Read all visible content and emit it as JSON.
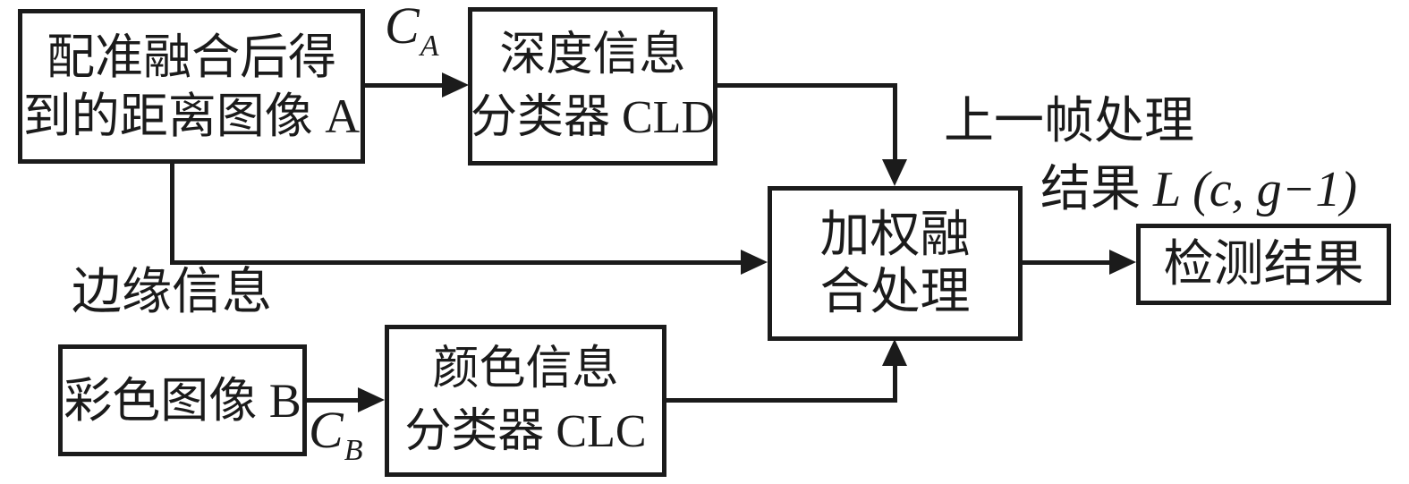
{
  "colors": {
    "ink": "#1b1b1b",
    "background": "#ffffff"
  },
  "boxes": {
    "range_image": {
      "line1": "配准融合后得",
      "line2": "到的距离图像 A"
    },
    "depth_classifier": {
      "line1": "深度信息",
      "line2": "分类器 CLD"
    },
    "weighted_fusion": {
      "line1": "加权融",
      "line2": "合处理"
    },
    "color_image": {
      "line1": "彩色图像 B"
    },
    "color_classifier": {
      "line1": "颜色信息",
      "line2": "分类器 CLC"
    },
    "detection_result": {
      "line1": "检测结果"
    }
  },
  "labels": {
    "ca": {
      "base": "C",
      "sub": "A"
    },
    "cb": {
      "base": "C",
      "sub": "B"
    },
    "edge_info": "边缘信息",
    "prev_frame_line1": "上一帧处理",
    "prev_frame_line2_prefix": "结果 ",
    "prev_frame_line2_formula": "L (c, g−1)"
  }
}
